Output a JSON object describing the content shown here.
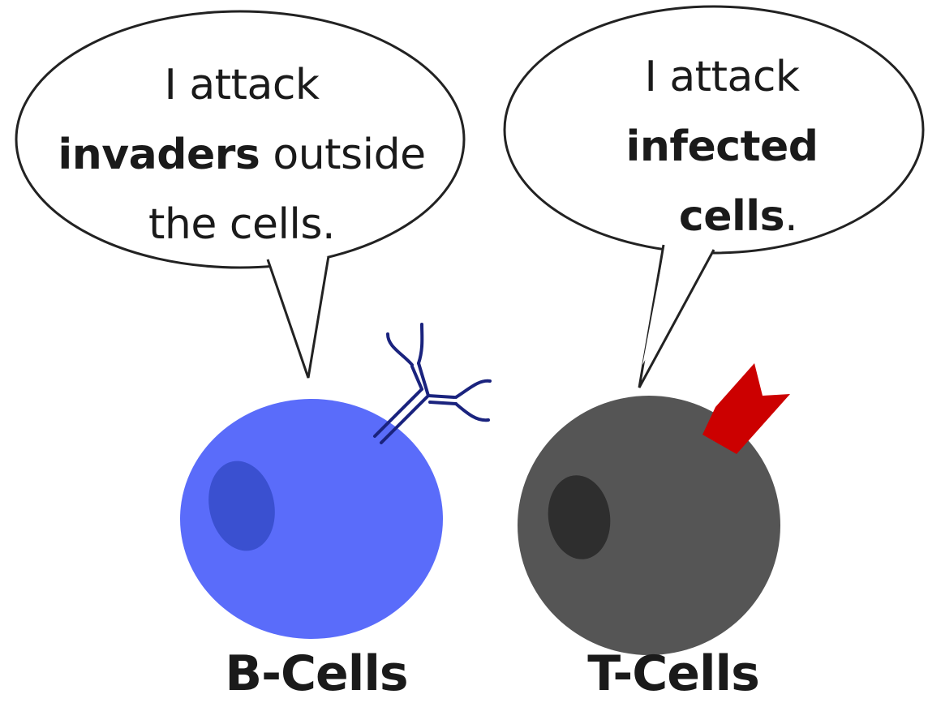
{
  "b_cell": {
    "bubble": {
      "line1": "I attack",
      "line2_bold": "invaders",
      "line2_rest": " outside",
      "line3": "the cells."
    },
    "label": "B-Cells",
    "color": "#5a6cfa",
    "nucleus_color": "#3a50d0"
  },
  "t_cell": {
    "bubble": {
      "line1": "I attack",
      "line2_bold": "infected",
      "line3_bold": "cells",
      "line3_rest": "."
    },
    "label": "T-Cells",
    "color": "#555555",
    "nucleus_color": "#2e2e2e",
    "receptor_color": "#cc0000"
  },
  "antibody_color": "#1a237e"
}
